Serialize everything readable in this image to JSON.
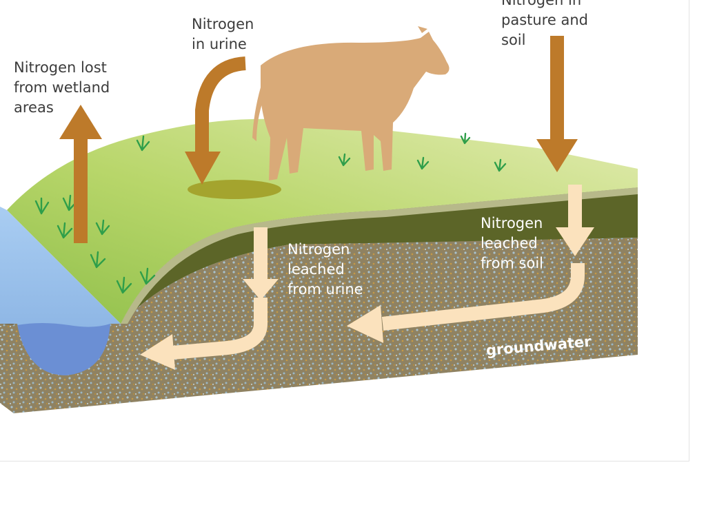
{
  "diagram": {
    "labels": {
      "wetland": "Nitrogen lost\nfrom wetland\nareas",
      "urine": "Nitrogen\nin urine",
      "pasture": "Nitrogen in\npasture and\nsoil",
      "leached_urine": "Nitrogen\nleached\nfrom urine",
      "leached_soil": "Nitrogen\nleached\nfrom soil",
      "groundwater": "groundwater"
    },
    "colors": {
      "grass_light": "#dfe9a4",
      "grass_dark": "#8fbf4a",
      "soil_layer": "#5c6528",
      "soil_edge": "#b7b98a",
      "gravel": "#8f8262",
      "water": "#8fb8e6",
      "water_deep": "#6b8fd4",
      "cow": "#d9aa78",
      "urine_pool": "#a4a42e",
      "arrow_brown": "#bd7a2a",
      "arrow_cream": "#fbe2bd"
    }
  }
}
